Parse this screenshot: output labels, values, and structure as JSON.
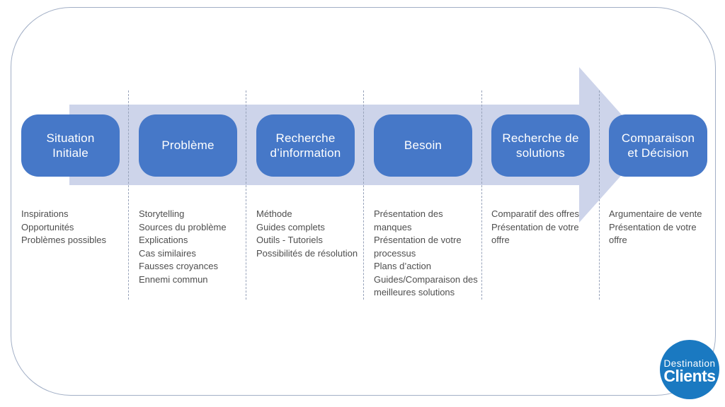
{
  "colors": {
    "box_blue": "#4678C8",
    "arrow_fill": "#CDD4EA",
    "separator": "#98A3BA",
    "frame_border": "#A2AFC6",
    "body_text": "#4E4E4E",
    "logo_blue": "#1A79C1"
  },
  "stages": [
    {
      "title": "Situation\nInitiale",
      "items": [
        "Inspirations",
        "Opportunités",
        "Problèmes possibles"
      ]
    },
    {
      "title": "Problème",
      "items": [
        "Storytelling",
        "Sources du problème",
        "Explications",
        "Cas similaires",
        "Fausses croyances",
        "Ennemi commun"
      ]
    },
    {
      "title": "Recherche\nd’information",
      "items": [
        "Méthode",
        "Guides complets",
        "Outils - Tutoriels",
        "Possibilités de résolution"
      ]
    },
    {
      "title": "Besoin",
      "items": [
        "Présentation des manques",
        "Présentation de votre processus",
        "Plans d’action",
        "Guides/Comparaison des meilleures solutions"
      ]
    },
    {
      "title": "Recherche de\nsolutions",
      "items": [
        "Comparatif des offres",
        "Présentation de votre offre"
      ]
    },
    {
      "title": "Comparaison\net Décision",
      "items": [
        "Argumentaire de vente",
        "Présentation de votre offre"
      ]
    }
  ],
  "logo": {
    "line1": "Destination",
    "line2": "Clients"
  }
}
